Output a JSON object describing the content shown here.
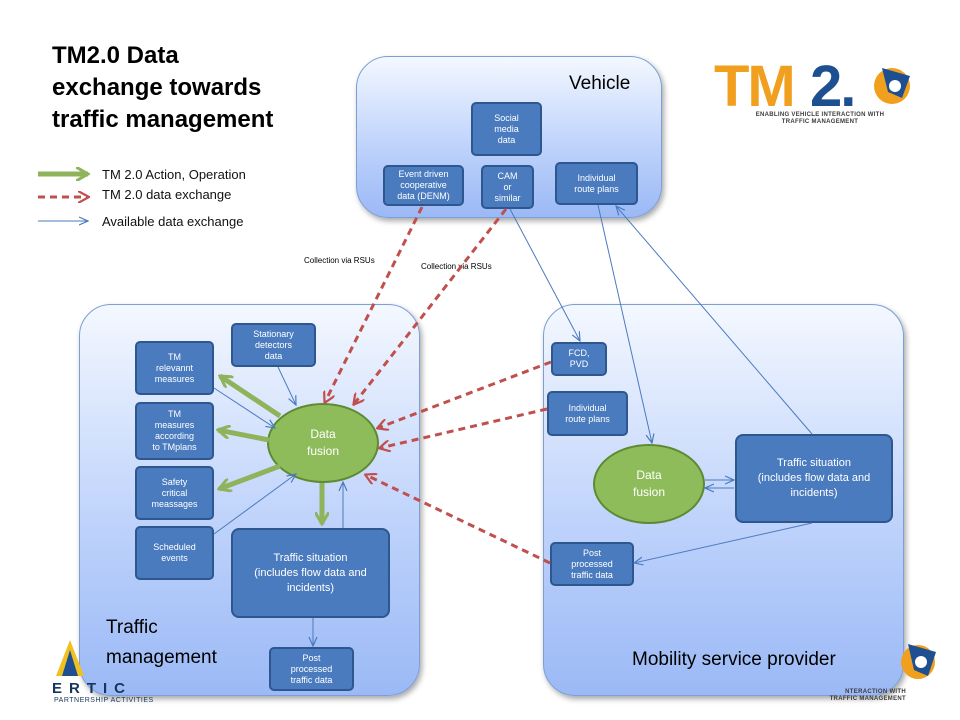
{
  "title": {
    "line1": "TM2.0 Data",
    "line2": "exchange towards",
    "line3": "traffic management"
  },
  "legend": {
    "action": "TM 2.0 Action, Operation",
    "exchange": "TM 2.0 data exchange",
    "available": "Available data exchange"
  },
  "logo": {
    "brand": "TM 2.0",
    "tagline": "ENABLING VEHICLE INTERACTION WITH\nTRAFFIC MANAGEMENT",
    "bottom_tagline": "NTERACTION WITH\nTRAFFIC MANAGEMENT"
  },
  "vehicle": {
    "label": "Vehicle",
    "social_media": "Social\nmedia\ndata",
    "denm": "Event driven\ncooperative\ndata (DENM)",
    "cam": "CAM\nor\nsimilar",
    "route_plans": "Individual\nroute plans"
  },
  "notes": {
    "collection_left": "Collection via RSUs",
    "collection_right": "Collection via RSUs"
  },
  "traffic": {
    "label_line1": "Traffic",
    "label_line2": "management",
    "tm_relevant": "TM\nrelevannt\nmeasures",
    "tm_measures": "TM\nmeasures\naccording\nto TMplans",
    "safety": "Safety\ncritical\nmeassages",
    "scheduled": "Scheduled\nevents",
    "stationary": "Stationary\ndetectors\ndata",
    "fusion": "Data\nfusion",
    "situation": "Traffic situation\n(includes flow data and\nincidents)",
    "post": "Post\nprocessed\ntraffic data"
  },
  "mobility": {
    "label": "Mobility service provider",
    "fcd": "FCD,\nPVD",
    "route_plans": "Individual\nroute plans",
    "fusion": "Data\nfusion",
    "situation": "Traffic situation\n(includes flow data and\nincidents)",
    "post": "Post\nprocessed\ntraffic data"
  },
  "footer": {
    "ertico": "ERTIC",
    "ertico_sub": "PARTNERSHIP ACTIVITIES"
  },
  "colors": {
    "action_arrow": "#8fb35a",
    "exchange_arrow": "#c0504d",
    "available_arrow": "#4a7bbf",
    "box_fill": "#4a7bbf",
    "fusion_fill": "#8fbc5a",
    "logo_orange": "#f0a01e",
    "logo_blue": "#1d4f91"
  }
}
